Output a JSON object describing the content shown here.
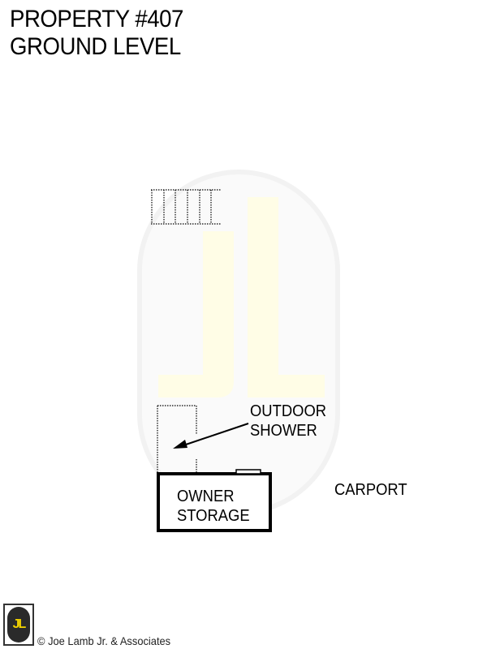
{
  "header": {
    "title_line1": "PROPERTY #407",
    "title_line2": "GROUND LEVEL"
  },
  "plan": {
    "labels": {
      "outdoor_shower_line1": "OUTDOOR",
      "outdoor_shower_line2": "SHOWER",
      "owner_storage_line1": "OWNER",
      "owner_storage_line2": "STORAGE",
      "carport": "CARPORT"
    },
    "watermark": {
      "text": "JL",
      "color": "#fffde8"
    }
  },
  "footer": {
    "logo_text": "JL",
    "copyright": "© Joe Lamb Jr. & Associates",
    "logo_accent": "#f2d200"
  }
}
